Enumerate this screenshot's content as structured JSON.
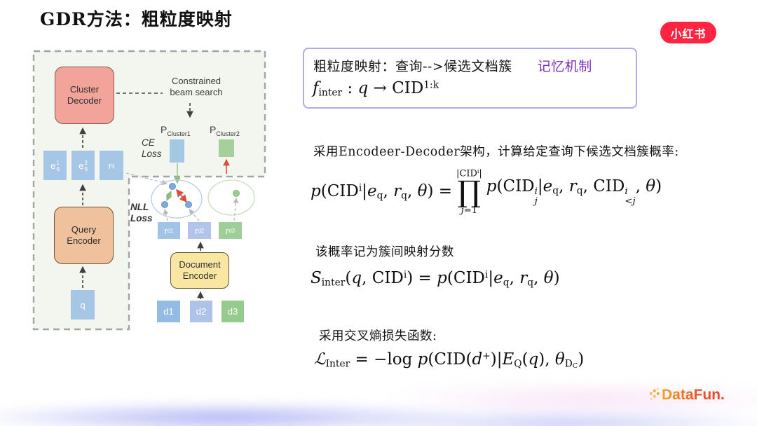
{
  "title": "GDR方法：粗粒度映射",
  "badge": {
    "text": "小红书"
  },
  "colors": {
    "brand_red": "#ff2442",
    "panel_border_purple": "#b4a7f3",
    "purple_text": "#7b2fbf",
    "diagram_bg": "#f3f6ee",
    "cluster_decoder_fill": "#f2a39a",
    "query_encoder_fill": "#efc19c",
    "document_encoder_fill": "#f9e6a2",
    "blue_box": "#a6c6e6",
    "periwinkle_box": "#b3c3ea",
    "green_box": "#9fce97"
  },
  "diagram": {
    "cluster_decoder": "Cluster Decoder",
    "beam_search": "Constrained beam search",
    "p1": {
      "base": "P",
      "sub": "Cluster1"
    },
    "p2": {
      "base": "P",
      "sub": "Cluster2"
    },
    "ce_loss": "CE Loss",
    "nll_loss": "NLL Loss",
    "eq1": {
      "base": "e",
      "sup": "1",
      "sub": "q"
    },
    "eq2": {
      "base": "e",
      "sup": "2",
      "sub": "q"
    },
    "rq": {
      "base": "r",
      "sub": "q"
    },
    "query_encoder": "Query Encoder",
    "q": "q",
    "rd1": {
      "base": "r",
      "sub": "d1"
    },
    "rd2": {
      "base": "r",
      "sub": "d2"
    },
    "rd3": {
      "base": "r",
      "sub": "d3"
    },
    "document_encoder": "Document Encoder",
    "d1": "d1",
    "d2": "d2",
    "d3": "d3"
  },
  "panel": {
    "hbox_black": "粗粒度映射：查询-->候选文档簇",
    "hbox_purple": "记忆机制",
    "hbox_formula": [
      {
        "k": "i",
        "x": "f"
      },
      {
        "k": "b",
        "x": "inter"
      },
      {
        "k": "n",
        "x": " : "
      },
      {
        "k": "i",
        "x": "q"
      },
      {
        "k": "n",
        "x": " → "
      },
      {
        "k": "n",
        "x": "CID"
      },
      {
        "k": "p",
        "x": "1:k"
      }
    ],
    "s1_text": "采用Encodeer-Decoder架构，计算给定查询下候选文档簇概率:",
    "s1_lhs": [
      {
        "k": "i",
        "x": "p"
      },
      {
        "k": "n",
        "x": "(CID"
      },
      {
        "k": "p",
        "x": "i"
      },
      {
        "k": "n",
        "x": "|"
      },
      {
        "k": "i",
        "x": "e"
      },
      {
        "k": "b",
        "x": "q"
      },
      {
        "k": "n",
        "x": ", "
      },
      {
        "k": "i",
        "x": "r"
      },
      {
        "k": "b",
        "x": "q"
      },
      {
        "k": "n",
        "x": ", "
      },
      {
        "k": "i",
        "x": "θ"
      },
      {
        "k": "n",
        "x": ") ="
      }
    ],
    "prod_top": [
      {
        "k": "n",
        "x": "|CID"
      },
      {
        "k": "p",
        "x": "i"
      },
      {
        "k": "n",
        "x": "|"
      }
    ],
    "prod_symbol": "∏",
    "prod_bottom": [
      {
        "k": "i",
        "x": "j"
      },
      {
        "k": "n",
        "x": "=1"
      }
    ],
    "s1_rhs": [
      {
        "k": "i",
        "x": "p"
      },
      {
        "k": "n",
        "x": "(CID"
      },
      {
        "k": "sb",
        "p": "i",
        "b": "j"
      },
      {
        "k": "n",
        "x": "|"
      },
      {
        "k": "i",
        "x": "e"
      },
      {
        "k": "b",
        "x": "q"
      },
      {
        "k": "n",
        "x": ", "
      },
      {
        "k": "i",
        "x": "r"
      },
      {
        "k": "b",
        "x": "q"
      },
      {
        "k": "n",
        "x": ", CID"
      },
      {
        "k": "sb",
        "p": "i",
        "b": "<j"
      },
      {
        "k": "n",
        "x": ", "
      },
      {
        "k": "i",
        "x": "θ"
      },
      {
        "k": "n",
        "x": ")"
      }
    ],
    "s2_text": "该概率记为簇间映射分数",
    "s2_formula": [
      {
        "k": "i",
        "x": "S"
      },
      {
        "k": "b",
        "x": "inter"
      },
      {
        "k": "n",
        "x": "("
      },
      {
        "k": "i",
        "x": "q"
      },
      {
        "k": "n",
        "x": ", CID"
      },
      {
        "k": "p",
        "x": "i"
      },
      {
        "k": "n",
        "x": ") =  "
      },
      {
        "k": "i",
        "x": "p"
      },
      {
        "k": "n",
        "x": "(CID"
      },
      {
        "k": "p",
        "x": "i"
      },
      {
        "k": "n",
        "x": "|"
      },
      {
        "k": "i",
        "x": "e"
      },
      {
        "k": "b",
        "x": "q"
      },
      {
        "k": "n",
        "x": ", "
      },
      {
        "k": "i",
        "x": "r"
      },
      {
        "k": "b",
        "x": "q"
      },
      {
        "k": "n",
        "x": ", "
      },
      {
        "k": "i",
        "x": "θ"
      },
      {
        "k": "n",
        "x": ")"
      }
    ],
    "s3_text": "采用交叉熵损失函数:",
    "s3_formula": [
      {
        "k": "i",
        "x": "ℒ"
      },
      {
        "k": "b",
        "x": "Inter"
      },
      {
        "k": "n",
        "x": " = −log "
      },
      {
        "k": "i",
        "x": "p"
      },
      {
        "k": "n",
        "x": "(CID("
      },
      {
        "k": "i",
        "x": "d"
      },
      {
        "k": "p",
        "x": "+"
      },
      {
        "k": "n",
        "x": ")|"
      },
      {
        "k": "i",
        "x": "E"
      },
      {
        "k": "b",
        "x": "Q"
      },
      {
        "k": "n",
        "x": "("
      },
      {
        "k": "i",
        "x": "q"
      },
      {
        "k": "n",
        "x": "), "
      },
      {
        "k": "i",
        "x": "θ"
      },
      {
        "k": "b",
        "x": "D"
      },
      {
        "k": "bb",
        "x": "C"
      },
      {
        "k": "n",
        "x": ")"
      }
    ]
  },
  "footer": {
    "logo": "DataFun."
  }
}
